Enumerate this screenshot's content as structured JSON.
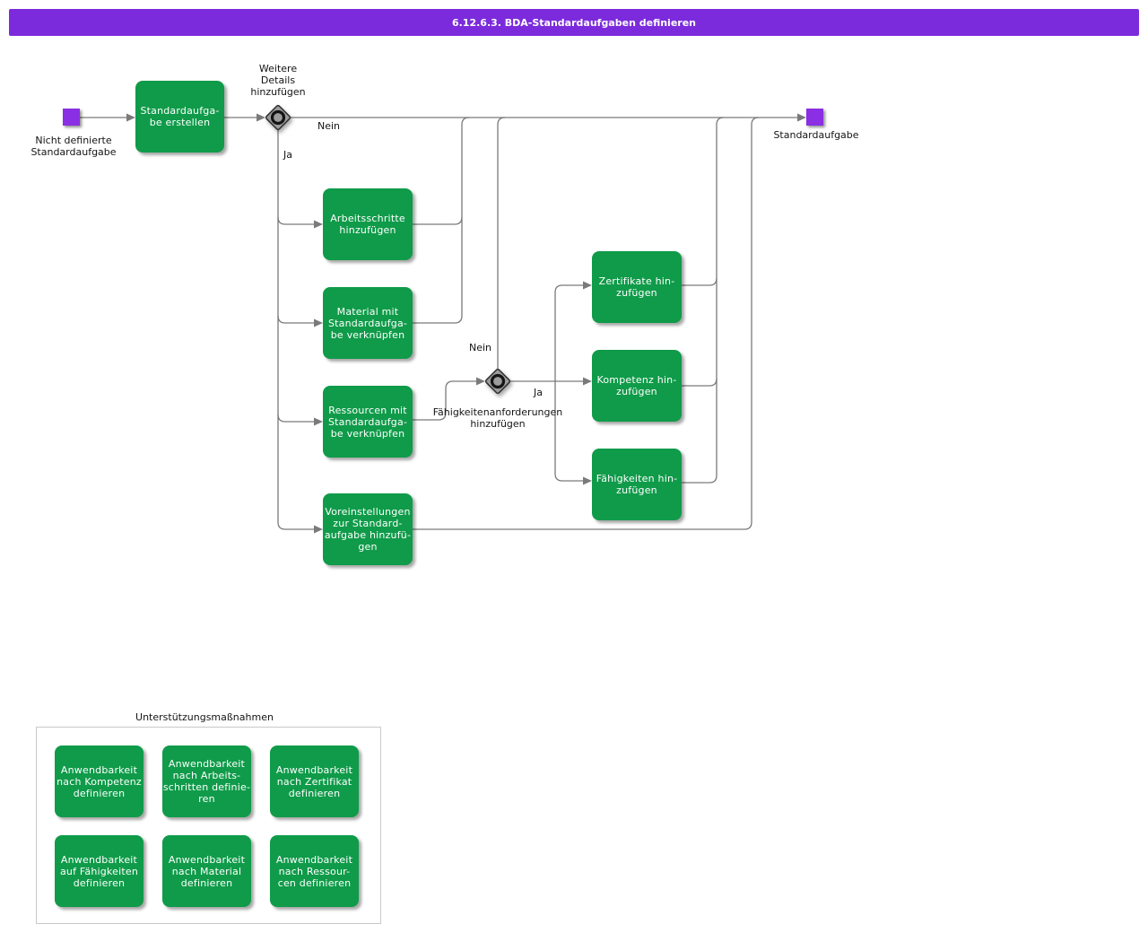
{
  "title_bar": {
    "text": "6.12.6.3. BDA-Standardaufgaben definieren"
  },
  "colors": {
    "titlebar": "#7b2bdb",
    "purple": "#8a2fe3",
    "green": "#0f9b49",
    "line": "#7a7a7a"
  },
  "flow": {
    "start_label": "Nicht definierte\nStandardaufgabe",
    "end_label": "Standardaufgabe",
    "tasks": {
      "create": "Standardaufga-\nbe erstellen",
      "steps": "Arbeitsschritte\nhinzufügen",
      "material": "Material mit\nStandardaufga-\nbe verknüpfen",
      "resources": "Ressourcen mit\nStandardaufga-\nbe verknüpfen",
      "presets": "Voreinstellungen\nzur Standard-\naufgabe hinzufü-\ngen",
      "certificates": "Zertifikate hin-\nzufügen",
      "competence": "Kompetenz hin-\nzufügen",
      "skills": "Fähigkeiten hin-\nzufügen"
    },
    "gateway1": {
      "label": "Weitere\nDetails\nhinzufügen",
      "no": "Nein",
      "yes": "Ja"
    },
    "gateway2": {
      "label": "Fähigkeitenanforderungen\nhinzufügen",
      "no": "Nein",
      "yes": "Ja"
    }
  },
  "support": {
    "title": "Unterstützungsmaßnahmen",
    "tasks": {
      "competence": "Anwendbarkeit\nnach Kompetenz\ndefinieren",
      "steps": "Anwendbarkeit\nnach Arbeits-\nschritten definie-\nren",
      "certificate": "Anwendbarkeit\nnach Zertifikat\ndefinieren",
      "skills": "Anwendbarkeit\nauf Fähigkeiten\ndefinieren",
      "material": "Anwendbarkeit\nnach Material\ndefinieren",
      "resources": "Anwendbarkeit\nnach Ressour-\ncen definieren"
    }
  }
}
